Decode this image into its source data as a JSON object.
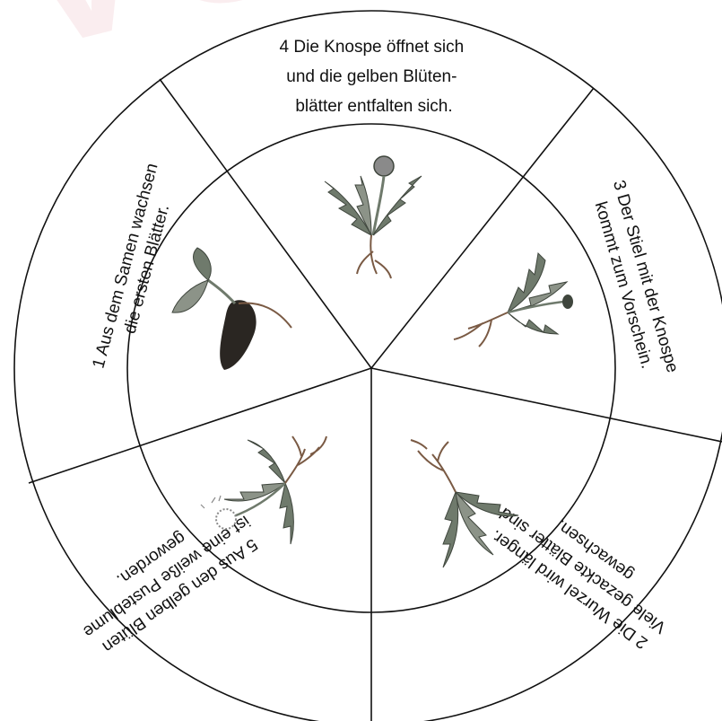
{
  "colors": {
    "line": "#111111",
    "watermark": "#c8102e",
    "leaf": "#6f7a6c",
    "leaf_dark": "#3f463d",
    "root": "#7a5a44",
    "flower": "#8a8a8a",
    "seed": "#2a2622"
  },
  "watermark": {
    "text": "VORSCHAU"
  },
  "segments": [
    {
      "step": "1",
      "illustration": "seedling-with-seed-icon",
      "lines": [
        "1 Aus dem Samen wachsen",
        "die ersten Blätter."
      ]
    },
    {
      "step": "4",
      "illustration": "dandelion-with-flower-icon",
      "lines": [
        "4 Die Knospe öffnet sich",
        "und die gelben Blüten-",
        "blätter entfalten sich."
      ]
    },
    {
      "step": "3",
      "illustration": "dandelion-with-bud-icon",
      "lines": [
        "3 Der Stiel mit der Knospe",
        "kommt zum Vorschein."
      ]
    },
    {
      "step": "2",
      "illustration": "dandelion-leaves-root-icon",
      "lines": [
        "2 Die Wurzel wird länger.",
        "Viele gezackte Blätter sind",
        "gewachsen."
      ]
    },
    {
      "step": "5",
      "illustration": "dandelion-with-puffball-icon",
      "lines": [
        "5 Aus den gelben Blüten",
        "ist eine weiße Pusteblume",
        "geworden."
      ]
    }
  ]
}
